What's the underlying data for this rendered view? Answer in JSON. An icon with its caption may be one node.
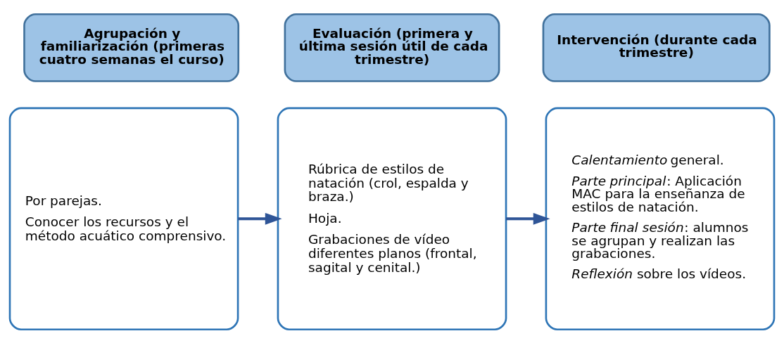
{
  "diagram": {
    "nodes": [
      {
        "text": [
          "Agrupación y familiarización (primeras cuatro semanas el curso)"
        ]
      },
      {
        "text": [
          "Evaluación (primera y última sesión útil de cada trimestre)"
        ]
      },
      {
        "text": [
          "Intervención (durante cada trimestre)"
        ]
      },
      {
        "text": [
          "Por parejas.",
          "Conocer los recursos y el método acuático comprensivo."
        ]
      },
      {
        "text": [
          "Rúbrica de estilos de natación (crol, espalda y braza.)",
          "Hoja.",
          "Grabaciones de vídeo diferentes planos (frontal, sagital y cenital.)"
        ]
      },
      {
        "text": [
          "*Calentamiento* general.",
          "*Parte principal*: Aplicación MAC para la enseñanza de estilos de natación.",
          "*Parte final sesión*: alumnos se agrupan y realizan las grabaciones.",
          "*Reflexión* sobre los vídeos."
        ]
      }
    ],
    "edges": [
      {
        "from": 3,
        "to": 4,
        "arrow": "to"
      },
      {
        "from": 4,
        "to": 5,
        "arrow": "to"
      }
    ]
  }
}
